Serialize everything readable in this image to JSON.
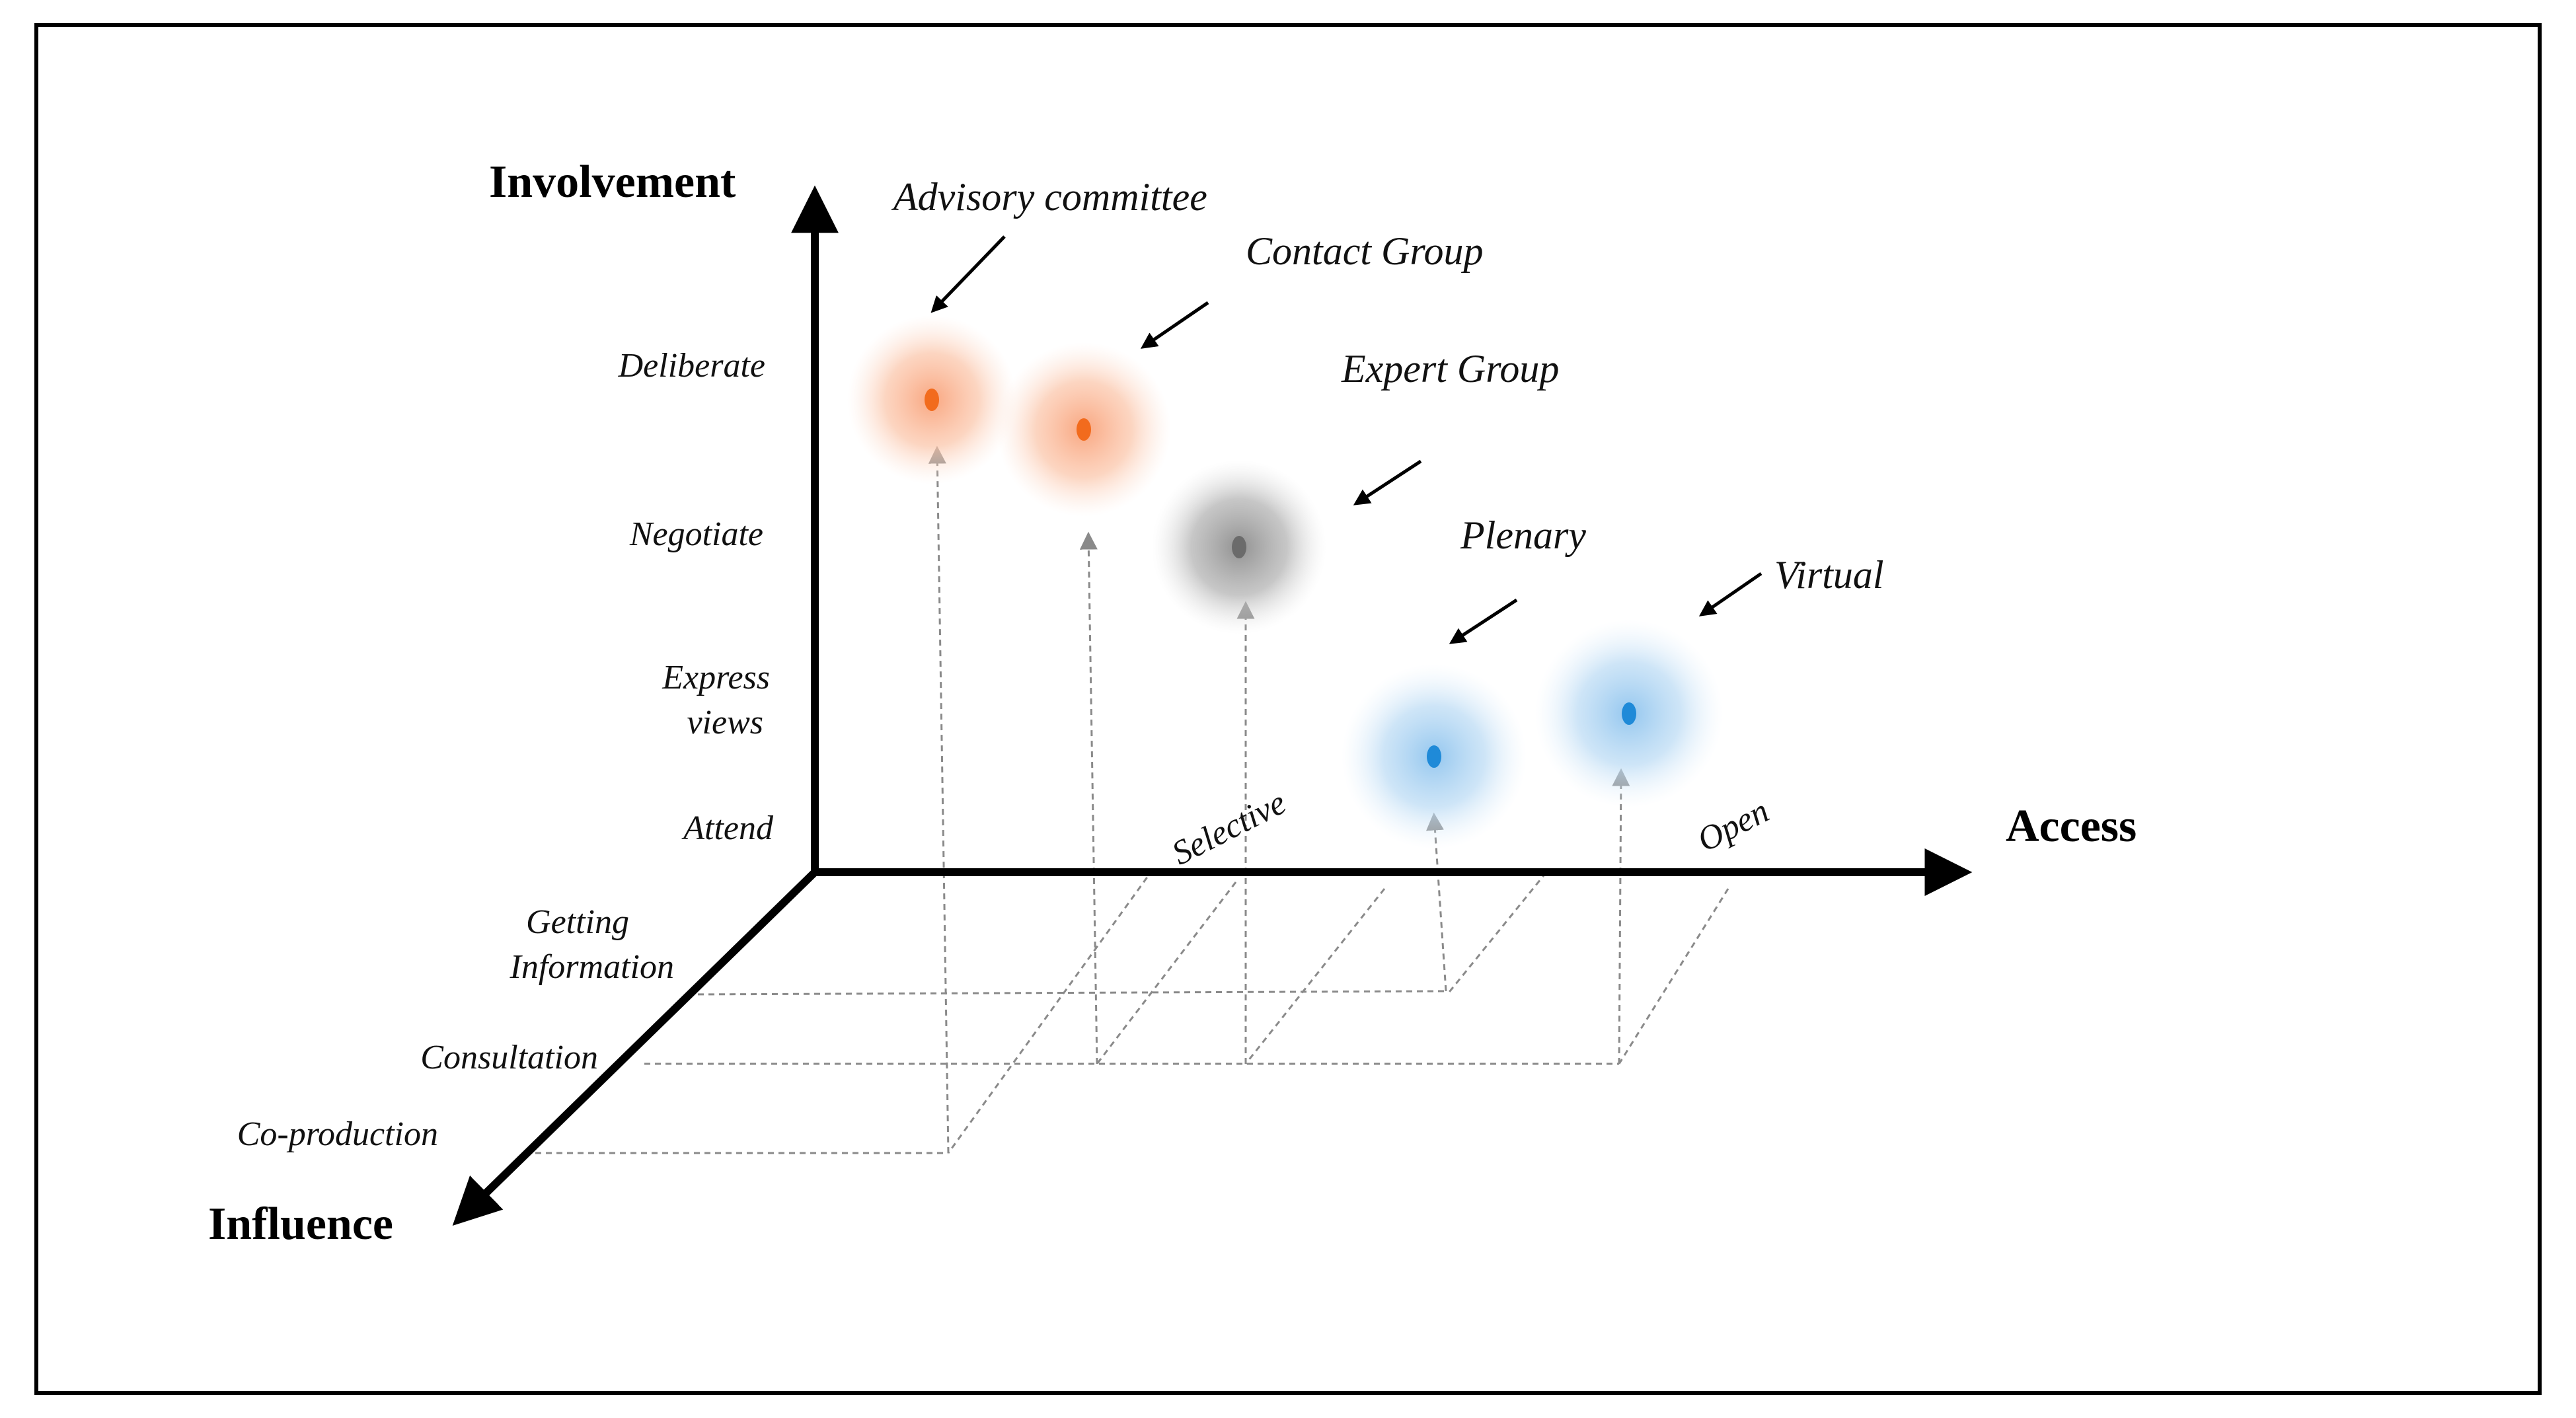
{
  "axes": {
    "involvement": "Involvement",
    "access": "Access",
    "influence": "Influence"
  },
  "involvement_levels": [
    "Deliberate",
    "Negotiate",
    "Express views",
    "Attend"
  ],
  "access_levels": [
    "Selective",
    "Open"
  ],
  "influence_levels": [
    "Getting Information",
    "Consultation",
    "Co-production"
  ],
  "groups": [
    {
      "name": "Advisory committee",
      "involvement": "Deliberate",
      "access": "Selective",
      "influence": "Co-production",
      "color": "#f26b1d"
    },
    {
      "name": "Contact Group",
      "involvement": "Deliberate",
      "access": "Selective",
      "influence": "Consultation",
      "color": "#f26b1d"
    },
    {
      "name": "Expert Group",
      "involvement": "Negotiate",
      "access": "Selective",
      "influence": "Consultation",
      "color": "#6b6b6b"
    },
    {
      "name": "Plenary",
      "involvement": "Express views",
      "access": "Open",
      "influence": "Getting Information",
      "color": "#1f8ad8"
    },
    {
      "name": "Virtual",
      "involvement": "Express views",
      "access": "Open",
      "influence": "Consultation",
      "color": "#1f8ad8"
    }
  ],
  "colors": {
    "axis": "#000000",
    "guide": "#8a8a8a",
    "frame": "#000000"
  }
}
